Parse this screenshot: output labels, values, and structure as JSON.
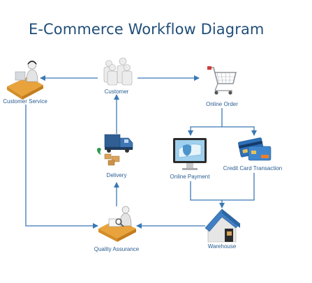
{
  "title": "E-Commerce Workflow Diagram",
  "nodes": {
    "customer_service": "Customer Service",
    "customer": "Customer",
    "online_order": "Online Order",
    "delivery": "Delivery",
    "online_payment": "Online Payment",
    "credit_card_transaction": "Credit Card Transaction",
    "quality_assurance": "Quality Assurance",
    "warehouse": "Warehouse"
  },
  "colors": {
    "title": "#1f4e79",
    "connector": "#3a78b5",
    "label": "#2a5d91"
  }
}
